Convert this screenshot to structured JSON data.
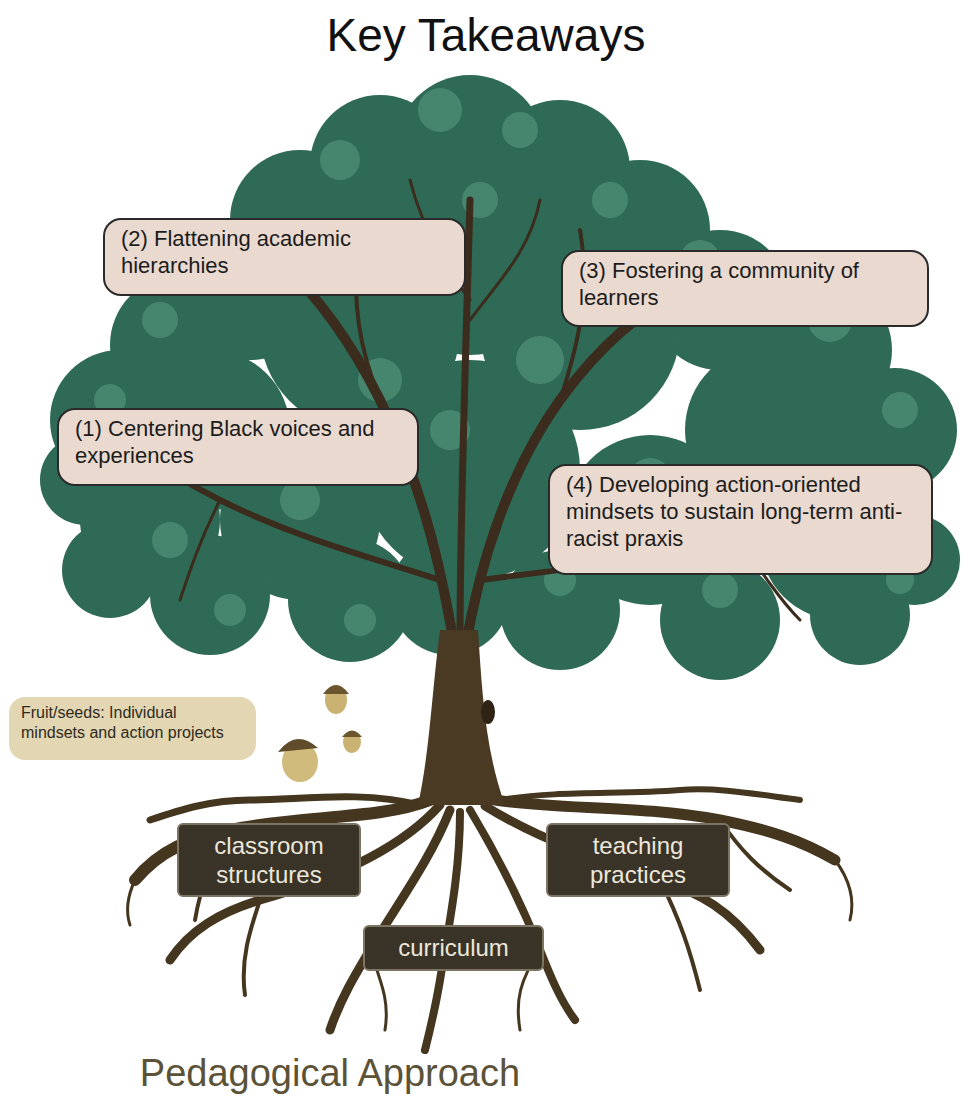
{
  "diagram": {
    "title": "Key Takeaways",
    "caption": "Pedagogical Approach",
    "nodes": [
      {
        "text": [
          "(2) Flattening academic hierarchies"
        ]
      },
      {
        "text": [
          "(3) Fostering a community of learners"
        ]
      },
      {
        "text": [
          "(1) Centering Black voices and experiences"
        ]
      },
      {
        "text": [
          "(4) Developing action-oriented mindsets to sustain long-term anti-racist praxis"
        ]
      },
      {
        "text": [
          "Fruit/seeds: Individual mindsets and action projects"
        ]
      },
      {
        "text": [
          "classroom structures"
        ]
      },
      {
        "text": [
          "teaching practices"
        ]
      },
      {
        "text": [
          "curriculum"
        ]
      }
    ]
  }
}
